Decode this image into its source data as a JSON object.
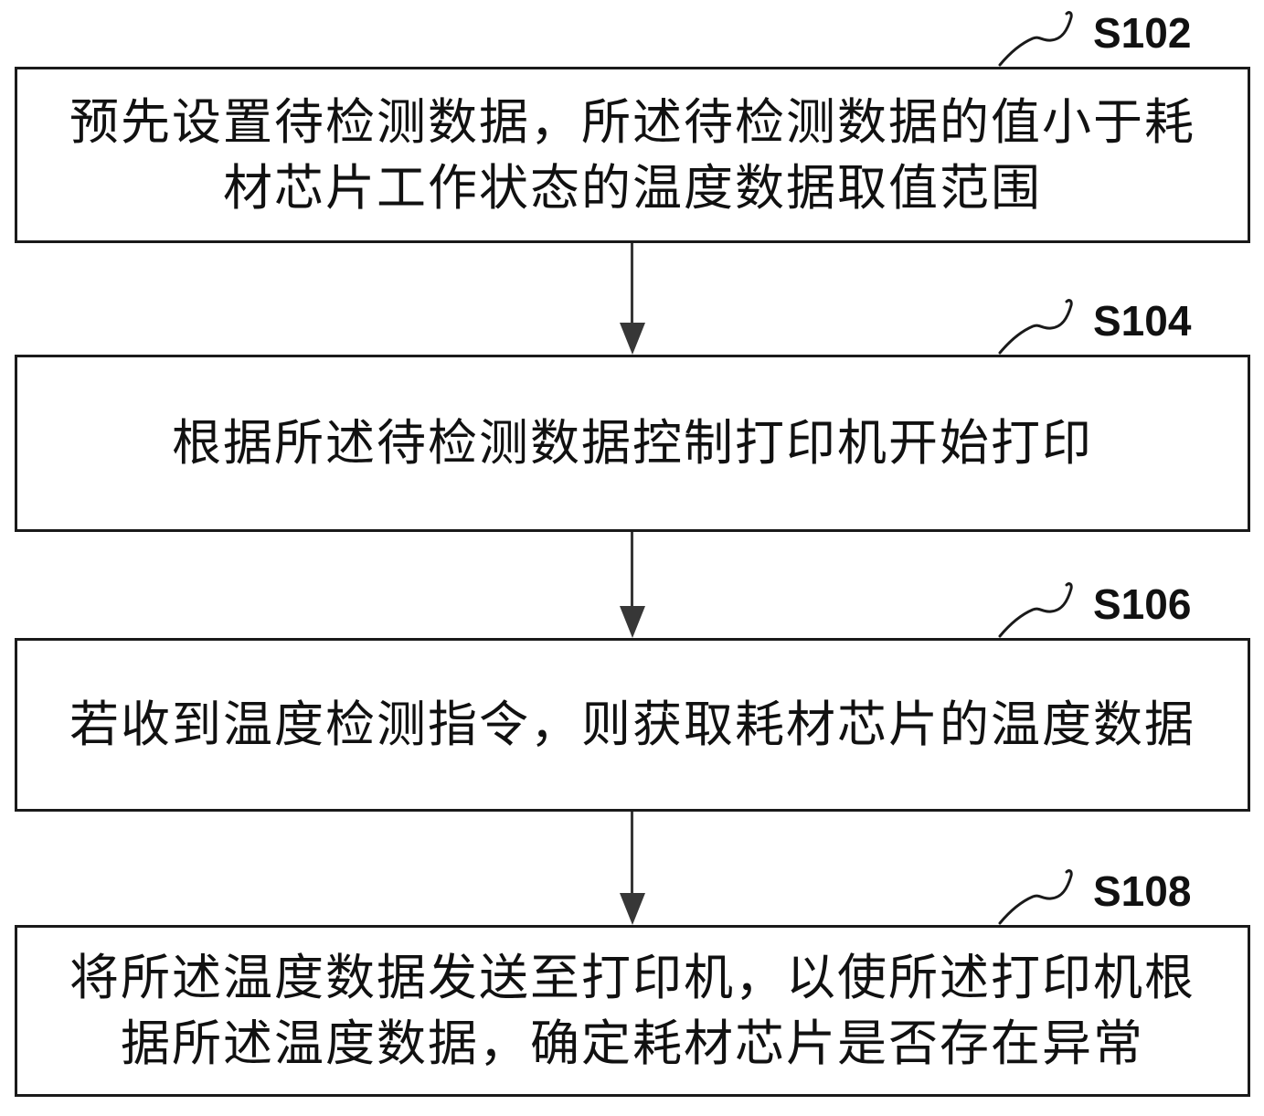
{
  "figure": {
    "type": "flowchart",
    "background_color": "#ffffff",
    "box_border_color": "#1a1a1a",
    "arrow_color": "#373737",
    "text_color": "#111111"
  },
  "steps": [
    {
      "label": "S102",
      "text": "预先设置待检测数据，所述待检测数据的值小于耗材芯片工作状态的温度数据取值范围",
      "lines": [
        "预先设置待检测数据，所述待检测数据的值小于耗",
        "材芯片工作状态的温度数据取值范围"
      ]
    },
    {
      "label": "S104",
      "text": "根据所述待检测数据控制打印机开始打印",
      "lines": [
        "根据所述待检测数据控制打印机开始打印"
      ]
    },
    {
      "label": "S106",
      "text": "若收到温度检测指令，则获取耗材芯片的温度数据",
      "lines": [
        "若收到温度检测指令，则获取耗材芯片的温度数据"
      ]
    },
    {
      "label": "S108",
      "text": "将所述温度数据发送至打印机，以使所述打印机根据所述温度数据，确定耗材芯片是否存在异常",
      "lines": [
        "将所述温度数据发送至打印机，以使所述打印机根",
        "据所述温度数据，确定耗材芯片是否存在异常"
      ]
    }
  ]
}
